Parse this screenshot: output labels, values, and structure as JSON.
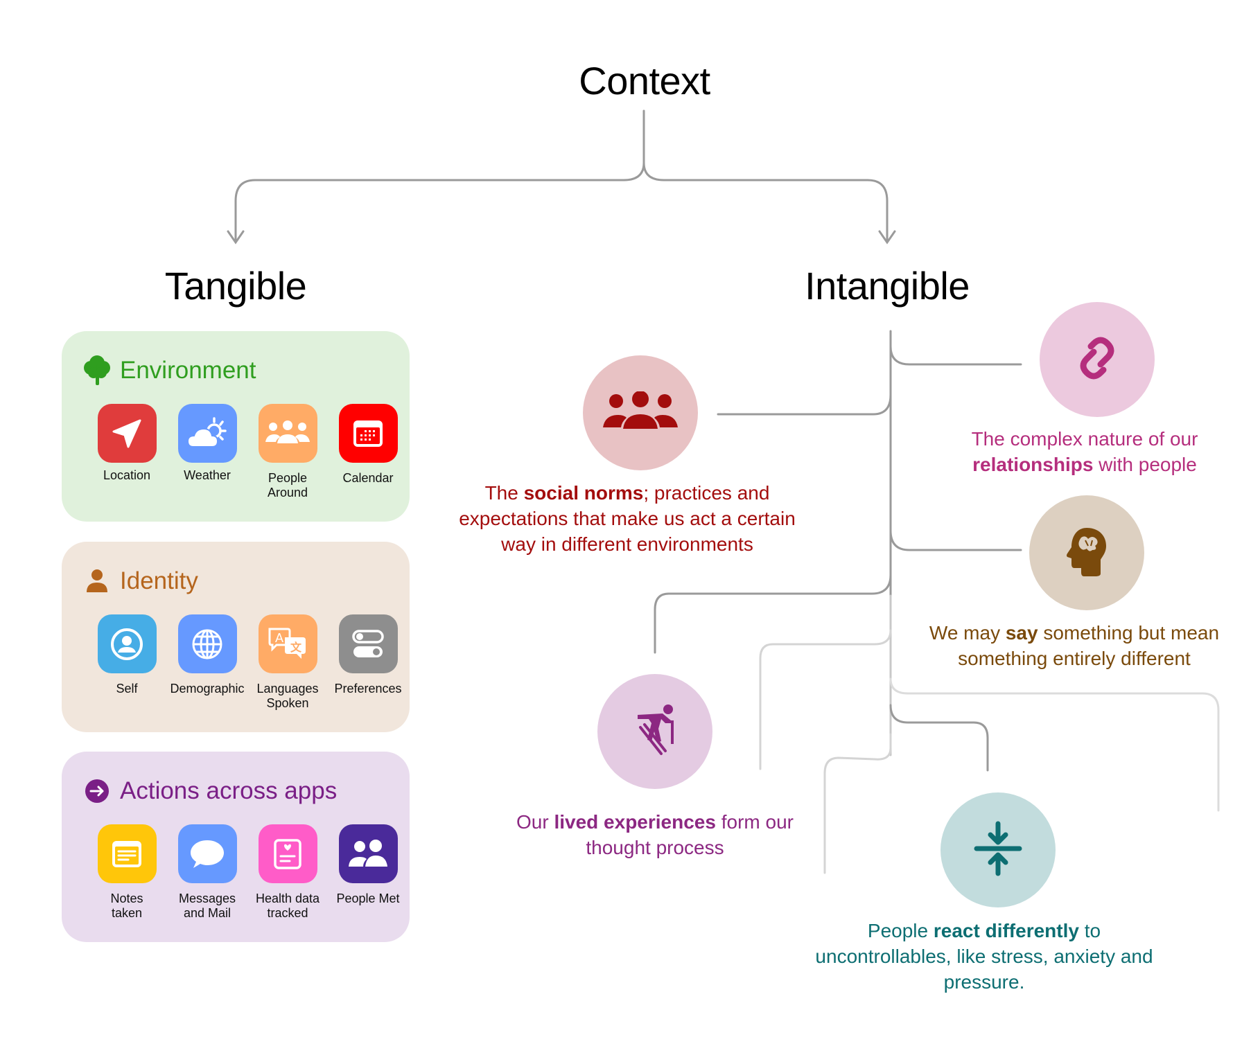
{
  "diagram": {
    "root": "Context",
    "branches": {
      "tangible": "Tangible",
      "intangible": "Intangible"
    }
  },
  "tangible": {
    "panels": [
      {
        "title": "Environment",
        "icon": "tree-icon",
        "color": "#2f9e1f",
        "background": "#e0f1dc",
        "apps": [
          {
            "label": "Location",
            "icon": "location-arrow-icon",
            "color": "#e03c3c"
          },
          {
            "label": "Weather",
            "icon": "cloud-sun-icon",
            "color": "#6699ff"
          },
          {
            "label": "People\nAround",
            "icon": "people-group-icon",
            "color": "#ffab66"
          },
          {
            "label": "Calendar",
            "icon": "calendar-icon",
            "color": "#ff0000"
          }
        ]
      },
      {
        "title": "Identity",
        "icon": "person-icon",
        "color": "#b5651d",
        "background": "#f1e6dc",
        "apps": [
          {
            "label": "Self",
            "icon": "person-circle-icon",
            "color": "#46ade6"
          },
          {
            "label": "Demographic",
            "icon": "globe-icon",
            "color": "#6699ff"
          },
          {
            "label": "Languages\nSpoken",
            "icon": "translate-icon",
            "color": "#ffab66"
          },
          {
            "label": "Preferences",
            "icon": "toggles-icon",
            "color": "#8e8e8e"
          }
        ]
      },
      {
        "title": "Actions across apps",
        "icon": "arrow-circle-icon",
        "color": "#7a1f86",
        "background": "#e9dcee",
        "apps": [
          {
            "label": "Notes\ntaken",
            "icon": "note-icon",
            "color": "#ffc60a"
          },
          {
            "label": "Messages\nand Mail",
            "icon": "message-bubble-icon",
            "color": "#6699ff"
          },
          {
            "label": "Health data\ntracked",
            "icon": "health-record-icon",
            "color": "#ff5cc8"
          },
          {
            "label": "People Met",
            "icon": "people-pair-icon",
            "color": "#4a2a9a"
          }
        ]
      }
    ]
  },
  "intangible": {
    "nodes": [
      {
        "id": "social-norms",
        "icon": "people-group-icon",
        "color": "#a30d0d",
        "circle": "#e8c2c4",
        "pre": "The ",
        "bold": "social norms",
        "post": "; practices and expectations that make us act a certain way in different environments"
      },
      {
        "id": "relationships",
        "icon": "link-icon",
        "color": "#b52e7d",
        "circle": "#ecc9de",
        "pre": "The complex nature of our ",
        "bold": "relationships",
        "post": " with people"
      },
      {
        "id": "say-mean",
        "icon": "brain-head-icon",
        "color": "#7a4a0c",
        "circle": "#ddd0c1",
        "pre": "We may ",
        "bold": "say",
        "post": " something but mean something entirely different"
      },
      {
        "id": "lived-experiences",
        "icon": "skier-icon",
        "color": "#8c2882",
        "circle": "#e4cbe2",
        "pre": "Our ",
        "bold": "lived experiences",
        "post": " form our thought process"
      },
      {
        "id": "react-differently",
        "icon": "compress-arrows-icon",
        "color": "#0d6e72",
        "circle": "#c2dcdd",
        "pre": "People ",
        "bold": "react differently",
        "post": " to uncontrollables, like stress, anxiety and pressure."
      }
    ]
  }
}
